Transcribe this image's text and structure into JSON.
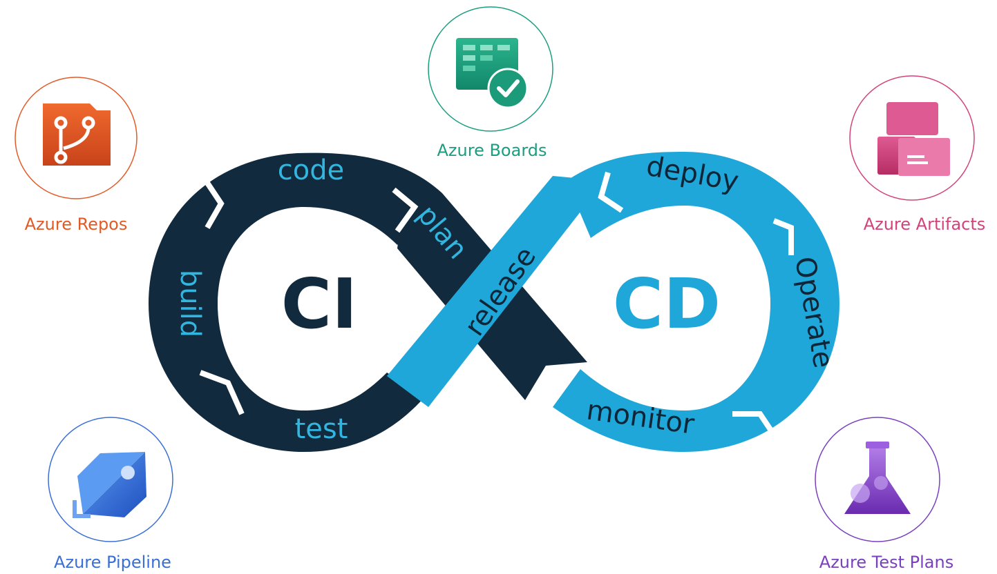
{
  "colors": {
    "ci_dark": "#122a3d",
    "cd_light": "#1fa7da",
    "segment_text_light": "#32b5de",
    "segment_text_dark": "#0f2638",
    "repos": "#e25a26",
    "boards": "#1a9e7f",
    "artifacts": "#d2437a",
    "pipeline": "#3a6fd6",
    "test_plans": "#7a3fbf"
  },
  "loop": {
    "ci_label": "CI",
    "cd_label": "CD",
    "segments": {
      "code": "code",
      "plan": "plan",
      "build": "build",
      "test": "test",
      "release": "release",
      "deploy": "deploy",
      "operate": "Operate",
      "monitor": "monitor"
    }
  },
  "services": [
    {
      "label": "Azure Repos",
      "icon": "git-branch-icon"
    },
    {
      "label": "Azure Boards",
      "icon": "kanban-board-check-icon"
    },
    {
      "label": "Azure Artifacts",
      "icon": "package-stack-icon"
    },
    {
      "label": "Azure Pipeline",
      "icon": "rocket-icon"
    },
    {
      "label": "Azure Test Plans",
      "icon": "flask-icon"
    }
  ]
}
